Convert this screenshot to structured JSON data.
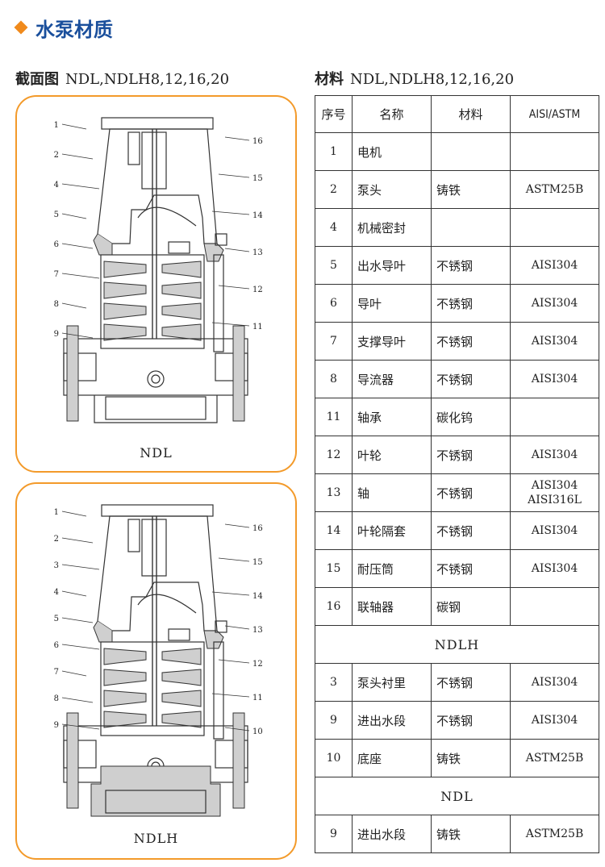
{
  "title": "水泵材质",
  "section_left": {
    "label": "截面图",
    "models": "NDL,NDLH8,12,16,20"
  },
  "section_right": {
    "label": "材料",
    "models": "NDL,NDLH8,12,16,20"
  },
  "panels": [
    {
      "caption": "NDL",
      "left_labels": [
        "1",
        "2",
        "4",
        "5",
        "6",
        "7",
        "8",
        "9"
      ],
      "right_labels": [
        "16",
        "15",
        "14",
        "13",
        "12",
        "11"
      ]
    },
    {
      "caption": "NDLH",
      "left_labels": [
        "1",
        "2",
        "3",
        "4",
        "5",
        "6",
        "7",
        "8",
        "9"
      ],
      "right_labels": [
        "16",
        "15",
        "14",
        "13",
        "12",
        "11",
        "10"
      ]
    }
  ],
  "table": {
    "headers": [
      "序号",
      "名称",
      "材料",
      "AISI/ASTM"
    ],
    "rows": [
      {
        "no": "1",
        "name": "电机",
        "material": "",
        "std": ""
      },
      {
        "no": "2",
        "name": "泵头",
        "material": "铸铁",
        "std": "ASTM25B"
      },
      {
        "no": "4",
        "name": "机械密封",
        "material": "",
        "std": ""
      },
      {
        "no": "5",
        "name": "出水导叶",
        "material": "不锈钢",
        "std": "AISI304"
      },
      {
        "no": "6",
        "name": "导叶",
        "material": "不锈钢",
        "std": "AISI304"
      },
      {
        "no": "7",
        "name": "支撑导叶",
        "material": "不锈钢",
        "std": "AISI304"
      },
      {
        "no": "8",
        "name": "导流器",
        "material": "不锈钢",
        "std": "AISI304"
      },
      {
        "no": "11",
        "name": "轴承",
        "material": "碳化钨",
        "std": ""
      },
      {
        "no": "12",
        "name": "叶轮",
        "material": "不锈钢",
        "std": "AISI304"
      },
      {
        "no": "13",
        "name": "轴",
        "material": "不锈钢",
        "std": "AISI304",
        "std2": "AISI316L"
      },
      {
        "no": "14",
        "name": "叶轮隔套",
        "material": "不锈钢",
        "std": "AISI304"
      },
      {
        "no": "15",
        "name": "耐压筒",
        "material": "不锈钢",
        "std": "AISI304"
      },
      {
        "no": "16",
        "name": "联轴器",
        "material": "碳钢",
        "std": ""
      }
    ],
    "group_ndlh": "NDLH",
    "rows_ndlh": [
      {
        "no": "3",
        "name": "泵头衬里",
        "material": "不锈钢",
        "std": "AISI304"
      },
      {
        "no": "9",
        "name": "进出水段",
        "material": "不锈钢",
        "std": "AISI304"
      },
      {
        "no": "10",
        "name": "底座",
        "material": "铸铁",
        "std": "ASTM25B"
      }
    ],
    "group_ndl": "NDL",
    "rows_ndl": [
      {
        "no": "9",
        "name": "进出水段",
        "material": "铸铁",
        "std": "ASTM25B"
      }
    ]
  }
}
